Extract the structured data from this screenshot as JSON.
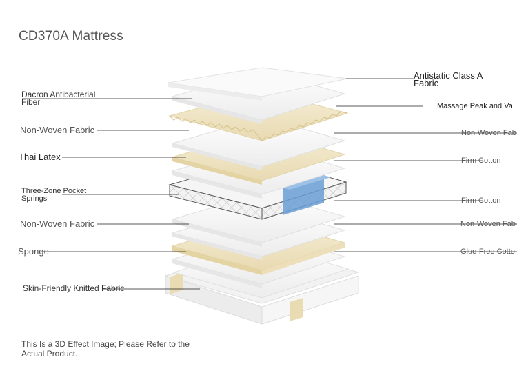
{
  "title": "CD370A Mattress",
  "footnote": "This Is a 3D Effect Image; Please Refer to the Actual Product.",
  "left_labels": [
    {
      "line1": "Dacron Antibacterial",
      "line2": "Fiber"
    },
    {
      "line1": "Non-Woven Fabric",
      "line2": ""
    },
    {
      "line1": "Thai Latex",
      "line2": ""
    },
    {
      "line1": "Three-Zone Pocket",
      "line2": "Springs"
    },
    {
      "line1": "Non-Woven Fabric",
      "line2": ""
    },
    {
      "line1": "Sponge",
      "line2": ""
    },
    {
      "line1": "Skin-Friendly Knitted Fabric",
      "line2": ""
    }
  ],
  "right_labels": [
    {
      "line1": "Antistatic Class A",
      "line2": "Fabric"
    },
    {
      "line1": "Massage Peak and Va",
      "line2": ""
    },
    {
      "line1": "Non-Woven Fab",
      "line2": ""
    },
    {
      "line1": "Firm Cotton",
      "line2": ""
    },
    {
      "line1": "Firm Cotton",
      "line2": ""
    },
    {
      "line1": "Non-Woven Fab",
      "line2": ""
    },
    {
      "line1": "Glue-Free Cotto",
      "line2": ""
    }
  ],
  "colors": {
    "layer_white": "#f4f4f4",
    "layer_edge": "#dcdcdc",
    "latex": "#efe4c4",
    "spring_blue": "#6a9ed6",
    "leader": "#222222"
  }
}
